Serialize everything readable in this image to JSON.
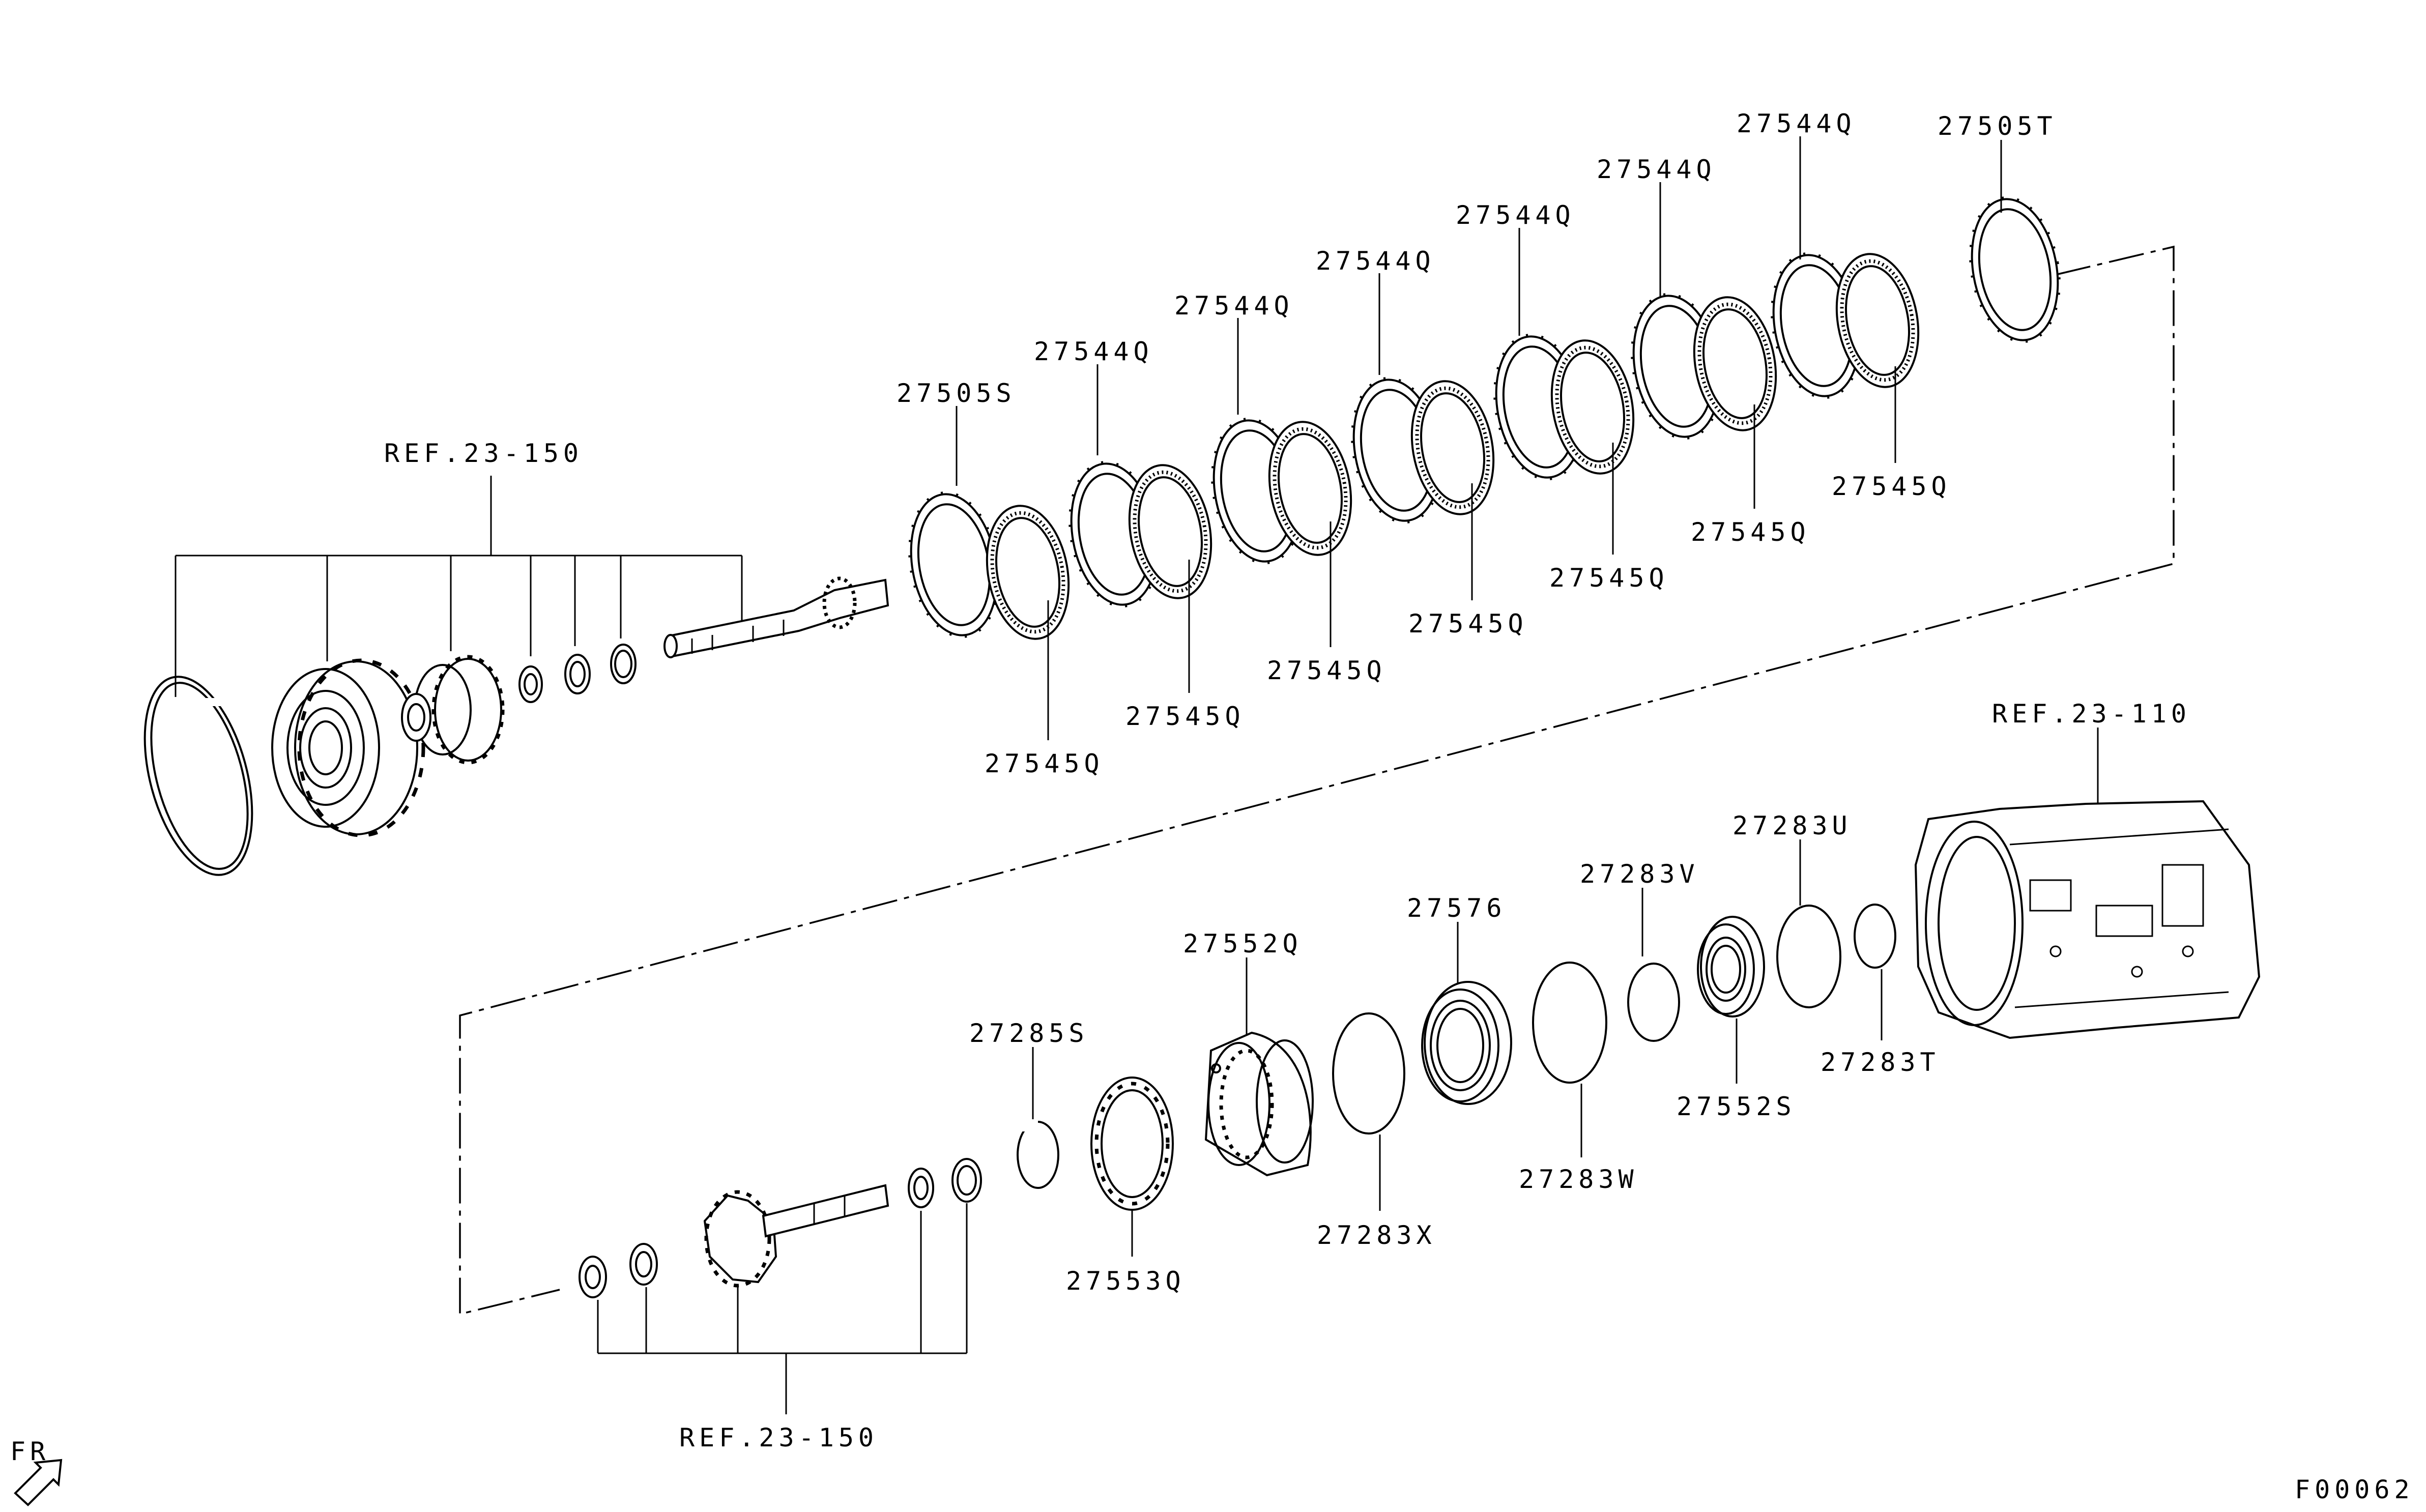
{
  "diagram_id": "F00062",
  "orientation_label": "FR",
  "reference_labels": {
    "upper_shaft_group": "REF.23-150",
    "lower_shaft_group": "REF.23-150",
    "transmission_case": "REF.23-110"
  },
  "upper_clutch_pack": {
    "plate_callouts": [
      "27505S",
      "27544Q",
      "27544Q",
      "27544Q",
      "27544Q",
      "27544Q",
      "27544Q",
      "27505T"
    ],
    "friction_callouts": [
      "27545Q",
      "27545Q",
      "27545Q",
      "27545Q",
      "27545Q",
      "27545Q",
      "27545Q"
    ]
  },
  "lower_parts": {
    "snap_ring": "27285S",
    "spring_retainer": "27553Q",
    "clutch_drum": "27552Q",
    "seal_x": "27283X",
    "piston": "27576",
    "seal_w": "27283W",
    "seal_v": "27283V",
    "bearing_piston": "27552S",
    "seal_u": "27283U",
    "seal_t": "27283T"
  }
}
